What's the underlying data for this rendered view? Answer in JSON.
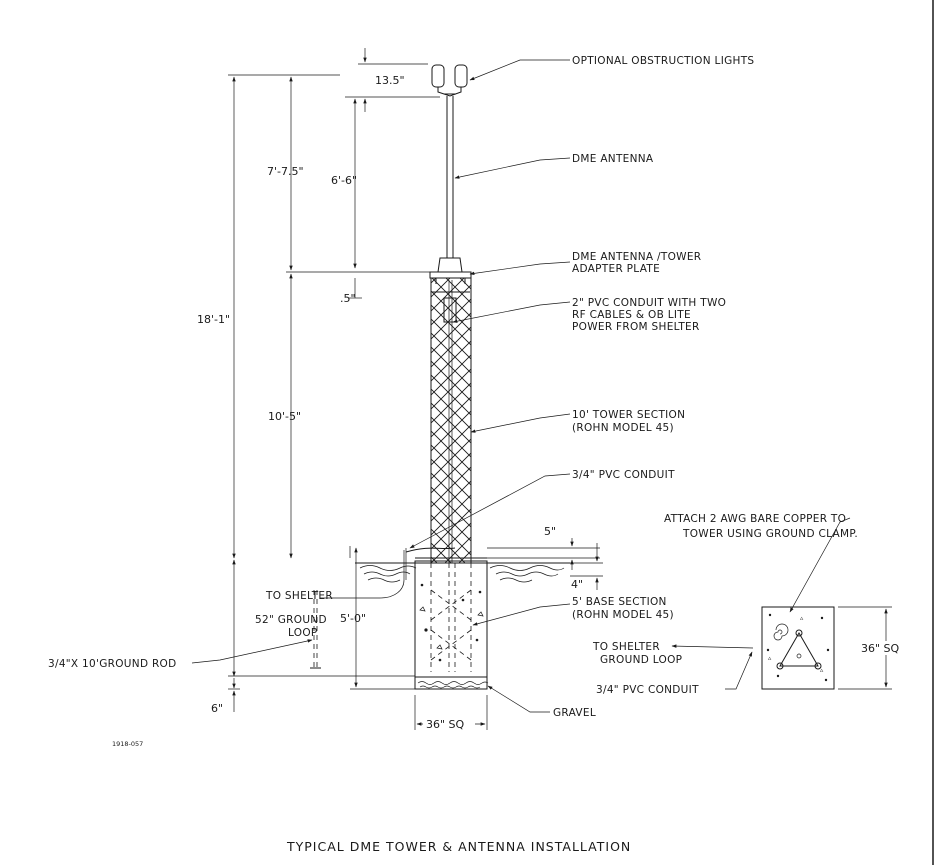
{
  "labels": {
    "obstruction_lights": "OPTIONAL OBSTRUCTION LIGHTS",
    "dme_antenna": "DME ANTENNA",
    "adapter_plate_1": "DME ANTENNA /TOWER",
    "adapter_plate_2": "ADAPTER PLATE",
    "pvc_conduit_2_1": "2\" PVC CONDUIT WITH TWO",
    "pvc_conduit_2_2": "RF CABLES & OB LITE",
    "pvc_conduit_2_3": "POWER FROM SHELTER",
    "tower_section_1": "10' TOWER SECTION",
    "tower_section_2": "(ROHN MODEL 45)",
    "pvc_conduit_34": "3/4\" PVC CONDUIT",
    "attach_copper_1": "ATTACH 2 AWG  BARE COPPER TO",
    "attach_copper_2": "TOWER USING GROUND CLAMP.",
    "to_shelter_left": "TO SHELTER",
    "ground_loop_52_1": "52\"  GROUND",
    "ground_loop_52_2": "LOOP",
    "base_section_1": "5' BASE SECTION",
    "base_section_2": "(ROHN MODEL 45)",
    "ground_rod": "3/4\"X 10'GROUND ROD",
    "to_shelter_plan_1": "TO SHELTER",
    "to_shelter_plan_2": "GROUND LOOP",
    "pvc_conduit_plan": "3/4\" PVC CONDUIT",
    "gravel": "GRAVEL",
    "drawing_number": "1918-057",
    "title": "TYPICAL DME TOWER & ANTENNA INSTALLATION"
  },
  "dimensions": {
    "d_13_5": "13.5\"",
    "d_7_75": "7'-7.5\"",
    "d_6_6": "6'-6\"",
    "d_18_1": "18'-1\"",
    "d_0_5": ".5\"",
    "d_10_5": "10'-5\"",
    "d_5in": "5\"",
    "d_4in": "4\"",
    "d_5_0": "5'-0\"",
    "d_6in": "6\"",
    "d_36sq_base": "36\" SQ",
    "d_36sq_plan": "36\" SQ"
  }
}
